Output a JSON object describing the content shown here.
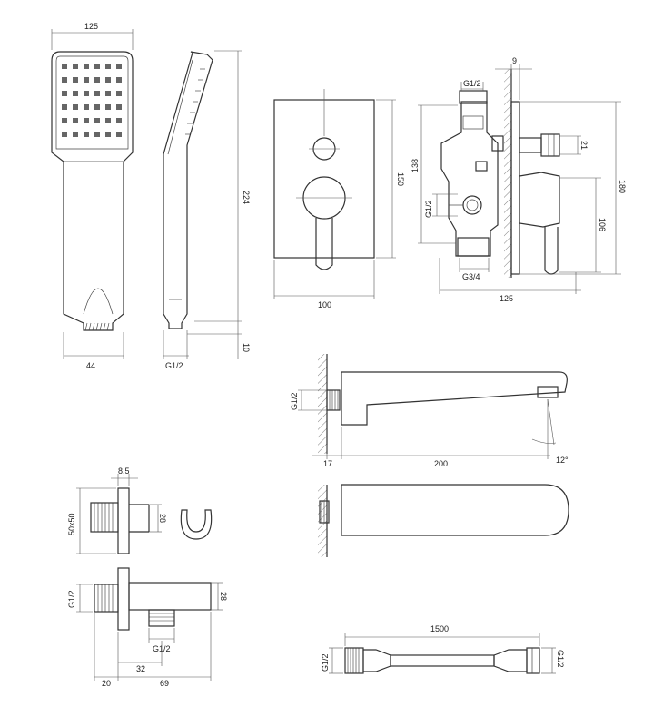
{
  "dimensions": {
    "hand_shower": {
      "width_top": "125",
      "width_handle": "44",
      "height": "224",
      "thread": "G1/2",
      "thread_height": "10"
    },
    "cover_plate": {
      "width": "100",
      "height": "150"
    },
    "mixer_body": {
      "inlet_thread": "G1/2",
      "side_thread": "G1/2",
      "outlet_thread": "G3/4",
      "wall_offset": "9",
      "height_138": "138",
      "height_180": "180",
      "height_106": "106",
      "stem_21": "21",
      "depth_125": "125"
    },
    "spout": {
      "thread": "G1/2",
      "wall_17": "17",
      "length": "200",
      "angle": "12°"
    },
    "wall_outlet": {
      "size": "50x50",
      "depth_top": "8,5",
      "height_28_a": "28",
      "height_28_b": "28",
      "thread_side": "G1/2",
      "thread_bottom": "G1/2",
      "d20": "20",
      "d32": "32",
      "d69": "69"
    },
    "hose": {
      "length": "1500",
      "thread_left": "G1/2",
      "thread_right": "G1/2"
    }
  }
}
